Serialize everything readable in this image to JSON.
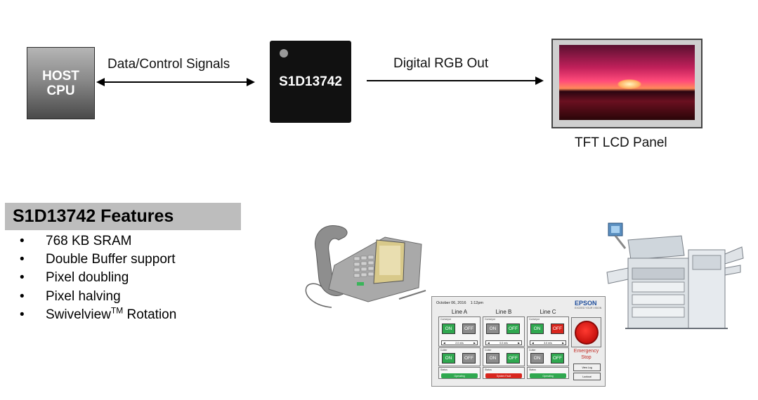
{
  "diagram": {
    "host": {
      "line1": "HOST",
      "line2": "CPU"
    },
    "link_label": "Data/Control Signals",
    "chip_label": "S1D13742",
    "output_label": "Digital RGB Out",
    "panel_caption": "TFT LCD Panel"
  },
  "features": {
    "heading": "S1D13742 Features",
    "items": [
      "768 KB SRAM",
      "Double Buffer support",
      "Pixel doubling",
      "Pixel halving"
    ],
    "last_item_prefix": "Swivelview",
    "last_item_sup": "TM",
    "last_item_suffix": " Rotation"
  },
  "control_panel": {
    "date": "October 06, 2016",
    "time": "1:12pm",
    "logo": "EPSON",
    "tagline": "EXCEED YOUR VISION",
    "lines": [
      {
        "title": "Line A",
        "speed": "2.0 m/s",
        "status": "Operating",
        "status_color": "#2fa84f"
      },
      {
        "title": "Line B",
        "speed": "0.0 m/s",
        "status": "System Fault",
        "status_color": "#d8261e"
      },
      {
        "title": "Line C",
        "speed": "3.0 m/s",
        "status": "Operating",
        "status_color": "#2fa84f"
      }
    ],
    "on_label": "ON",
    "off_label": "OFF",
    "emergency_line1": "Emergency",
    "emergency_line2": "Stop",
    "view_log": "View Log",
    "lockout": "Lockout"
  }
}
